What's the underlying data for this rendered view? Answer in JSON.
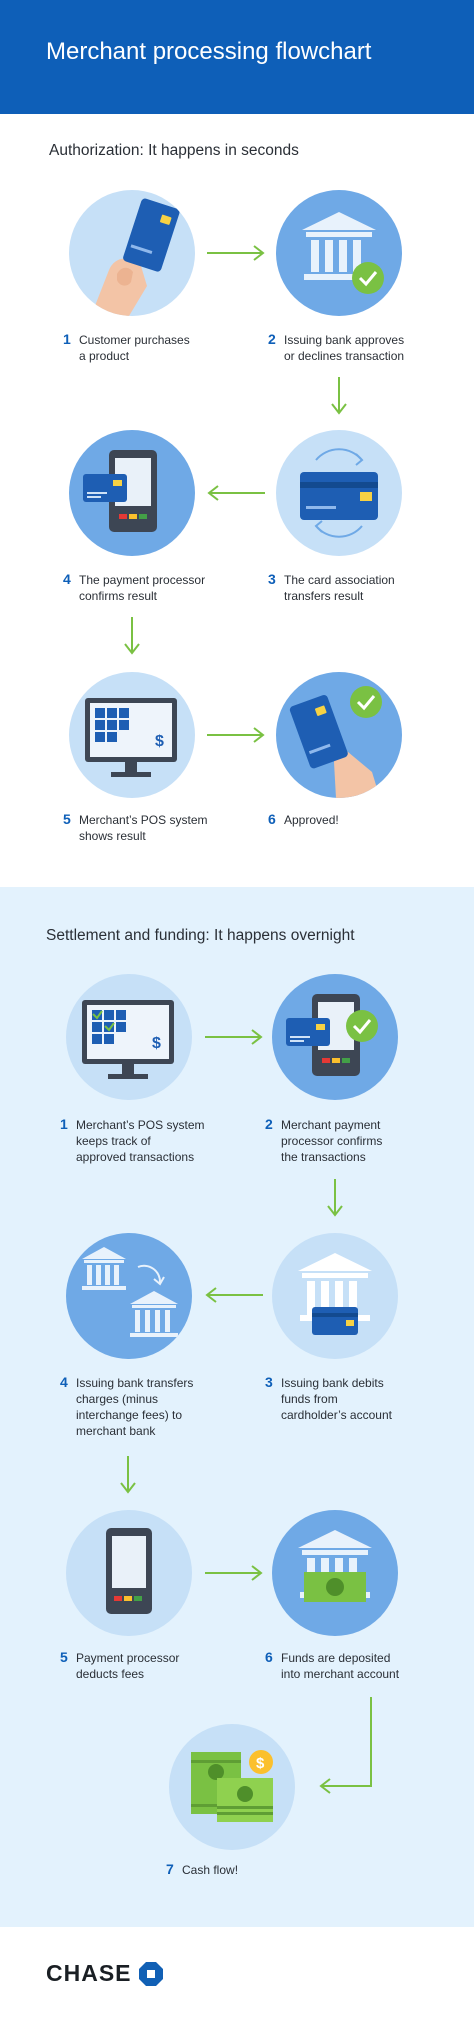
{
  "header": {
    "title": "Merchant processing flowchart"
  },
  "authorization": {
    "title": "Authorization: It happens in seconds",
    "steps": [
      {
        "num": "1",
        "text": "Customer purchases\na product",
        "icon": "card-in-hand-icon"
      },
      {
        "num": "2",
        "text": "Issuing bank approves\nor declines transaction",
        "icon": "bank-approved-icon"
      },
      {
        "num": "3",
        "text": "The card association\ntransfers result",
        "icon": "card-transfer-icon"
      },
      {
        "num": "4",
        "text": "The payment processor\nconfirms result",
        "icon": "payment-terminal-icon"
      },
      {
        "num": "5",
        "text": "Merchant’s POS system\nshows result",
        "icon": "pos-monitor-icon"
      },
      {
        "num": "6",
        "text": "Approved!",
        "icon": "card-approved-icon"
      }
    ]
  },
  "settlement": {
    "title": "Settlement and funding: It happens overnight",
    "steps": [
      {
        "num": "1",
        "text": "Merchant’s POS system\nkeeps track of\napproved transactions",
        "icon": "pos-checked-icon"
      },
      {
        "num": "2",
        "text": "Merchant payment\nprocessor confirms\nthe transactions",
        "icon": "terminal-confirmed-icon"
      },
      {
        "num": "3",
        "text": "Issuing bank debits\nfunds from\ncardholder’s account",
        "icon": "bank-card-icon"
      },
      {
        "num": "4",
        "text": "Issuing bank transfers\ncharges (minus\ninterchange fees) to\nmerchant bank",
        "icon": "bank-transfer-icon"
      },
      {
        "num": "5",
        "text": "Payment processor\ndeducts fees",
        "icon": "payment-terminal-icon"
      },
      {
        "num": "6",
        "text": "Funds are deposited\ninto merchant account",
        "icon": "bank-cash-icon"
      },
      {
        "num": "7",
        "text": "Cash flow!",
        "icon": "cash-stack-icon"
      }
    ]
  },
  "footer": {
    "brand": "CHASE",
    "logo_icon": "chase-octagon-icon"
  },
  "colors": {
    "header_bg": "#0e5fb8",
    "arrow": "#7ac143",
    "circle_light": "#c6e0f7",
    "circle_mid": "#6fa9e6",
    "section2_bg": "#e3f2fd"
  }
}
